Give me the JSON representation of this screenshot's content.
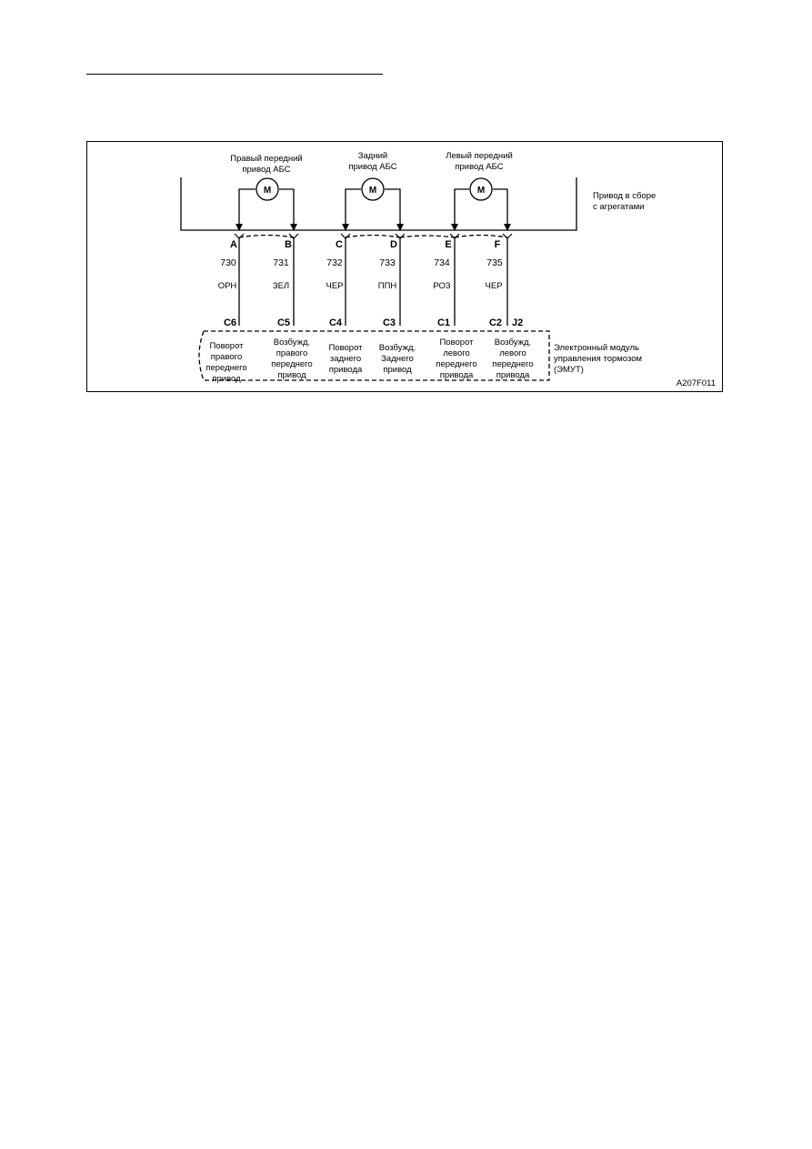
{
  "actuators": [
    {
      "label_lines": [
        "Правый передний",
        "привод  АБС"
      ],
      "motor": "M"
    },
    {
      "label_lines": [
        "Задний",
        "привод АБС"
      ],
      "motor": "M"
    },
    {
      "label_lines": [
        "Левый передний",
        "привод АБС"
      ],
      "motor": "M"
    }
  ],
  "assembly_label_lines": [
    "Привод в сборе",
    "с агрегатами"
  ],
  "top_pins": [
    "A",
    "B",
    "C",
    "D",
    "E",
    "F"
  ],
  "circuits": [
    "730",
    "731",
    "732",
    "733",
    "734",
    "735"
  ],
  "wire_colors": [
    "ОРН",
    "ЗЕЛ",
    "ЧЕР",
    "ППН",
    "РОЗ",
    "ЧЕР"
  ],
  "bottom_pins": [
    "C6",
    "C5",
    "C4",
    "C3",
    "C1",
    "C2"
  ],
  "connector": "J2",
  "functions": [
    [
      "Поворот",
      "правого",
      "переднего",
      "привод"
    ],
    [
      "Возбужд.",
      "правого",
      "переднего",
      "привод"
    ],
    [
      "Поворот",
      "заднего",
      "привода"
    ],
    [
      "Возбужд.",
      "Заднего",
      "привод"
    ],
    [
      "Поворот",
      "левого",
      "переднего",
      "привода"
    ],
    [
      "Возбужд.",
      "левого",
      "переднего",
      "привода"
    ]
  ],
  "module_label_lines": [
    "Электронный модуль",
    "управления  тормозом",
    "(ЭМУТ)"
  ],
  "figure_id": "A207F011"
}
